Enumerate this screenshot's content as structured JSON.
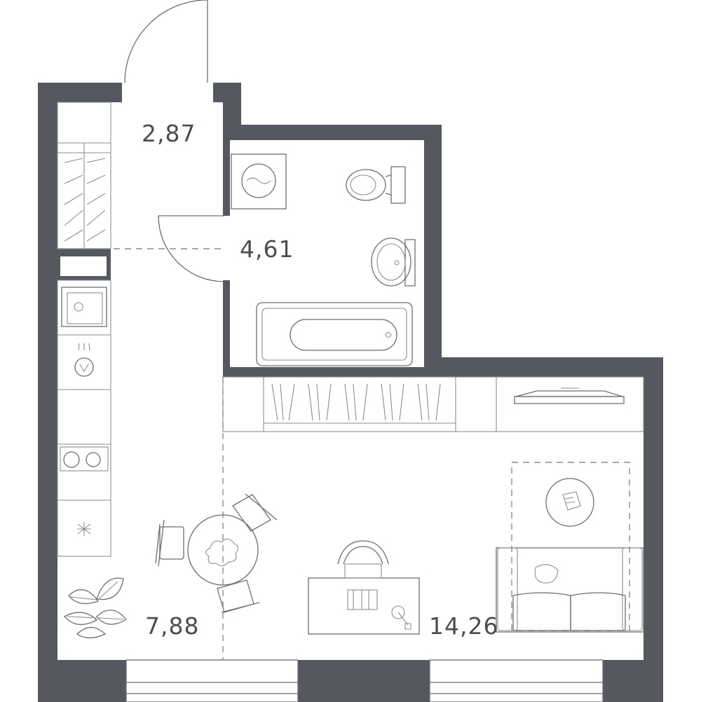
{
  "rooms": [
    {
      "id": "hall",
      "area": "2,87"
    },
    {
      "id": "bathroom",
      "area": "4,61"
    },
    {
      "id": "kitchen",
      "area": "7,88"
    },
    {
      "id": "living",
      "area": "14,26"
    }
  ],
  "colors": {
    "wall": "#55585f",
    "line": "#6b6e74",
    "text": "#4a4e55",
    "background": "#ffffff"
  }
}
